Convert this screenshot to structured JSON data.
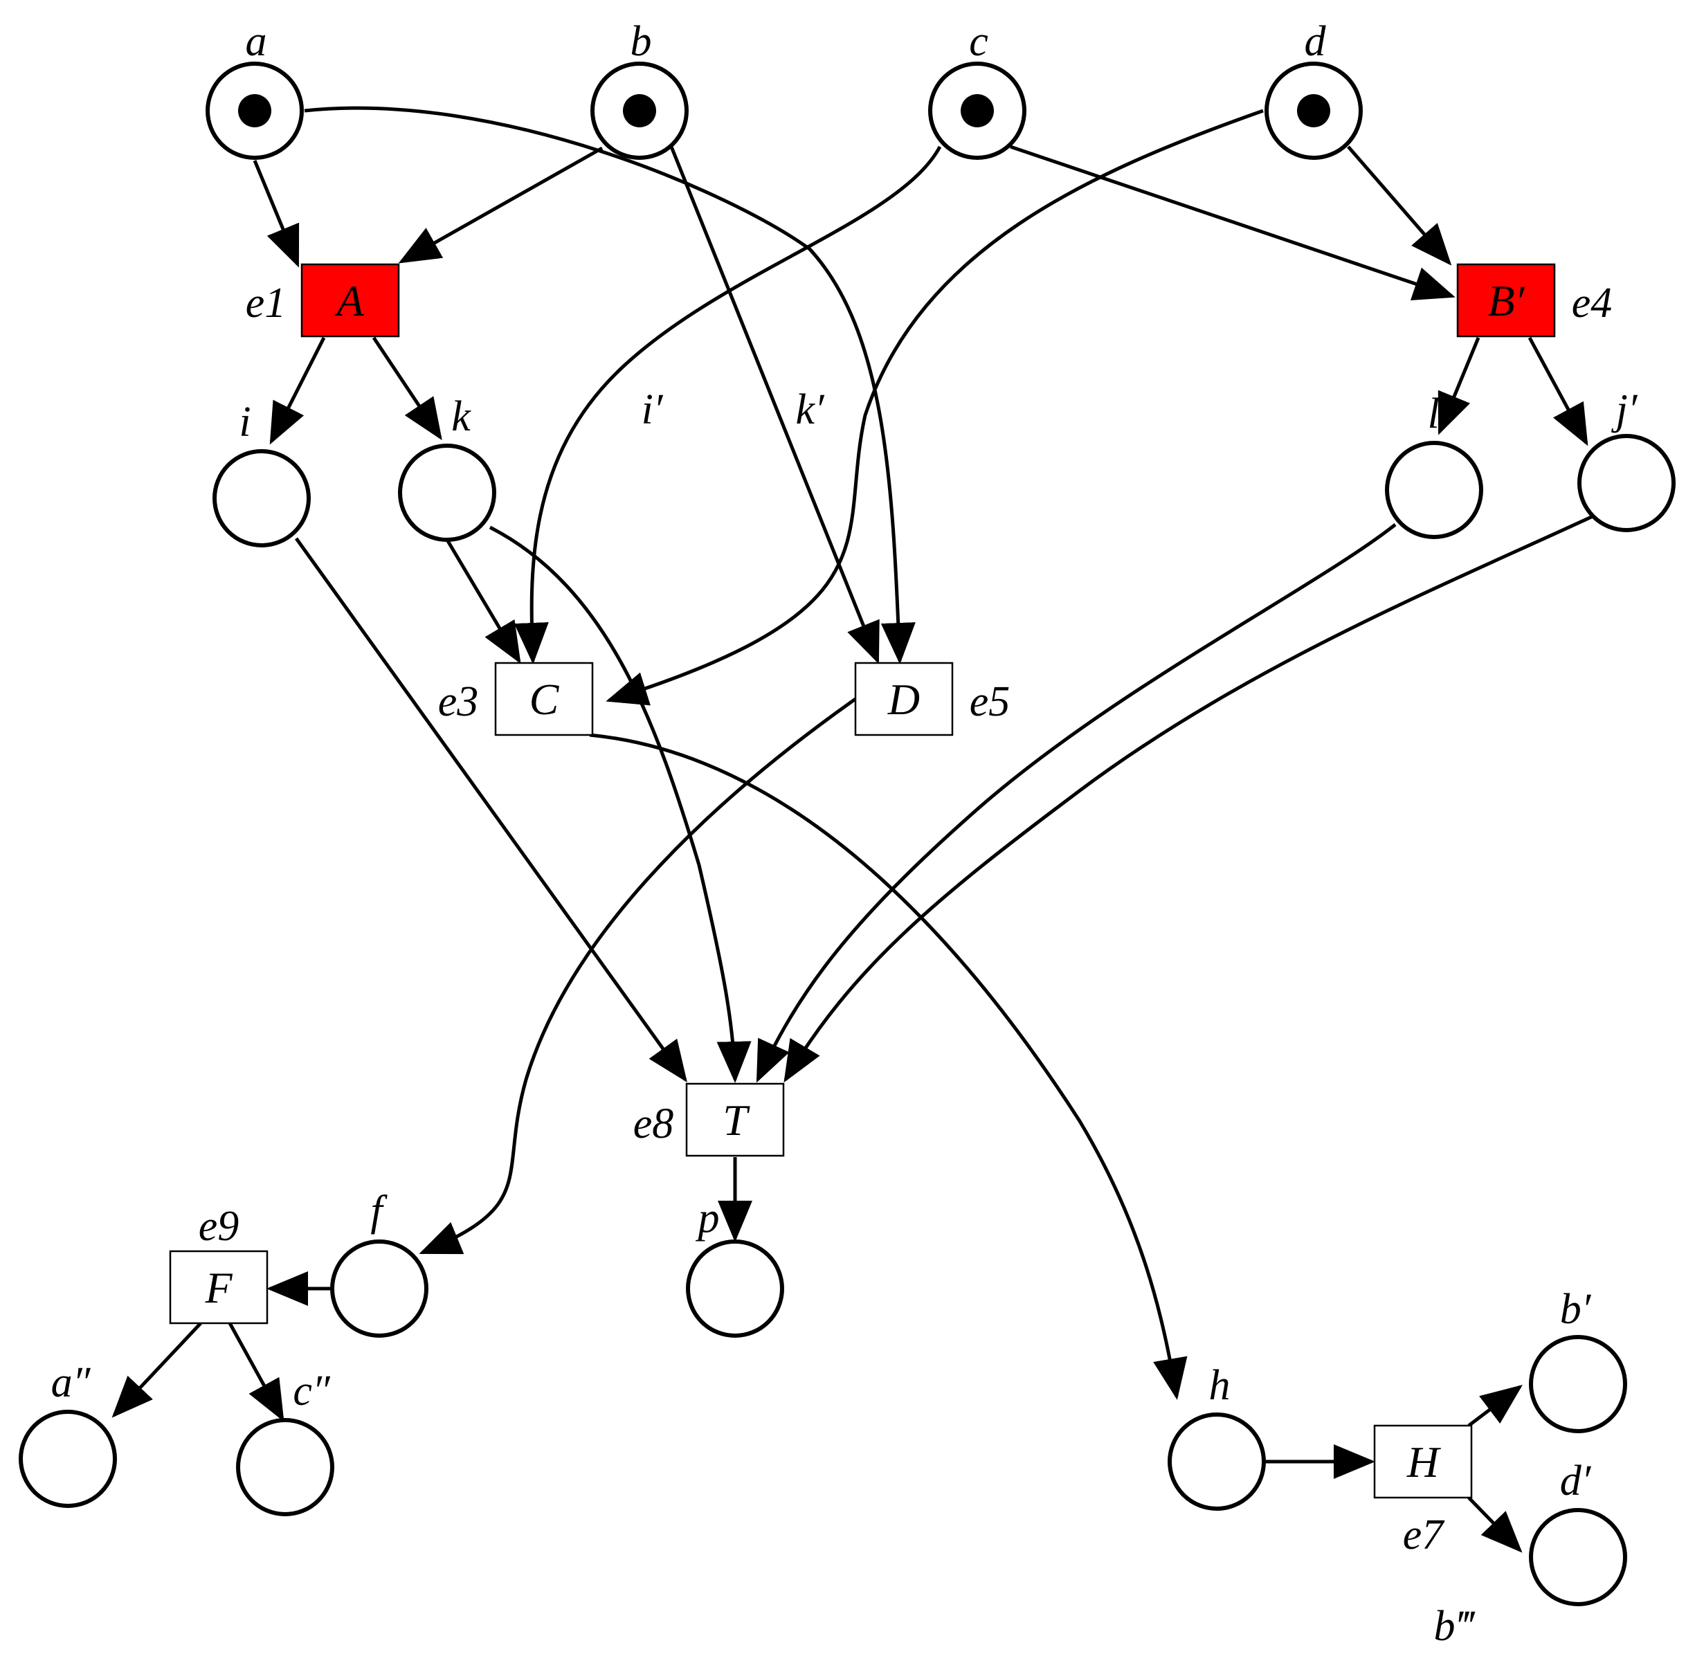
{
  "places": [
    {
      "id": "a",
      "label": "a",
      "tokens": 1
    },
    {
      "id": "b",
      "label": "b",
      "tokens": 1
    },
    {
      "id": "c",
      "label": "c",
      "tokens": 1
    },
    {
      "id": "d",
      "label": "d",
      "tokens": 1
    },
    {
      "id": "i",
      "label": "i",
      "tokens": 0
    },
    {
      "id": "k",
      "label": "k",
      "tokens": 0
    },
    {
      "id": "l1",
      "label": "l′",
      "tokens": 0
    },
    {
      "id": "j1",
      "label": "j′",
      "tokens": 0
    },
    {
      "id": "f",
      "label": "f",
      "tokens": 0
    },
    {
      "id": "p",
      "label": "p",
      "tokens": 0
    },
    {
      "id": "a2",
      "label": "a″",
      "tokens": 0
    },
    {
      "id": "c2",
      "label": "c″",
      "tokens": 0
    },
    {
      "id": "h",
      "label": "h",
      "tokens": 0
    },
    {
      "id": "b1",
      "label": "b′",
      "tokens": 0
    },
    {
      "id": "d1",
      "label": "d′",
      "tokens": 0
    }
  ],
  "transitions": [
    {
      "id": "A",
      "label": "A",
      "event": "e1",
      "fired": true
    },
    {
      "id": "B1",
      "label": "B′",
      "event": "e4",
      "fired": true
    },
    {
      "id": "C",
      "label": "C",
      "event": "e3",
      "fired": false
    },
    {
      "id": "D",
      "label": "D",
      "event": "e5",
      "fired": false
    },
    {
      "id": "T",
      "label": "T",
      "event": "e8",
      "fired": false
    },
    {
      "id": "F",
      "label": "F",
      "event": "e9",
      "fired": false
    },
    {
      "id": "H",
      "label": "H",
      "event": "e7",
      "fired": false
    }
  ],
  "arc_labels": [
    "i′",
    "k′"
  ],
  "extra_labels": [
    "b‴"
  ],
  "colors": {
    "fired": "#ff0000",
    "stroke": "#000000",
    "background": "#ffffff"
  }
}
